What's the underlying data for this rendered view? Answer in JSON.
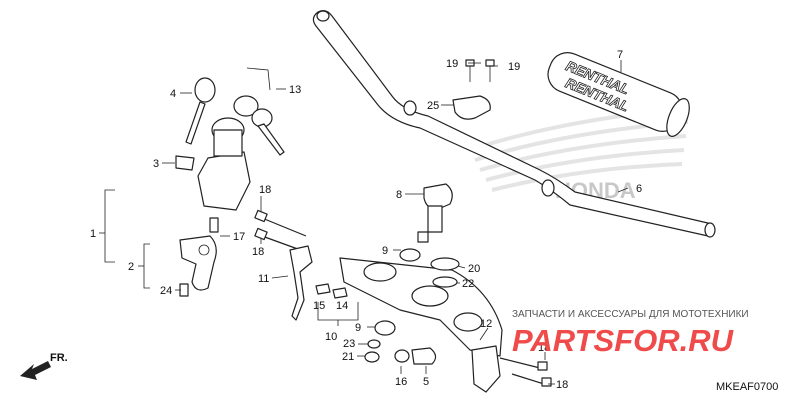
{
  "diagram": {
    "code": "MKEAF0700",
    "direction": "FR.",
    "watermark": {
      "caption": "ЗАПЧАСТИ И АКСЕССУАРЫ ДЛЯ МОТОТЕХНИКИ",
      "site": "PARTSFOR.RU",
      "brand": "HONDA"
    },
    "pad_brand": "RENTHAL",
    "colors": {
      "line": "#222222",
      "watermark_red": "#ef4b4b",
      "watermark_gray": "#c8c8c8"
    },
    "callouts": {
      "c1": "1",
      "c2": "2",
      "c3": "3",
      "c4": "4",
      "c5": "5",
      "c6": "6",
      "c7": "7",
      "c8": "8",
      "c9a": "9",
      "c9b": "9",
      "c10": "10",
      "c11": "11",
      "c12": "12",
      "c13": "13",
      "c14": "14",
      "c15": "15",
      "c16": "16",
      "c17": "17",
      "c18a": "18",
      "c18b": "18",
      "c18c": "18",
      "c18d": "18",
      "c19a": "19",
      "c19b": "19",
      "c20": "20",
      "c21": "21",
      "c22": "22",
      "c23": "23",
      "c24": "24",
      "c25": "25"
    }
  }
}
